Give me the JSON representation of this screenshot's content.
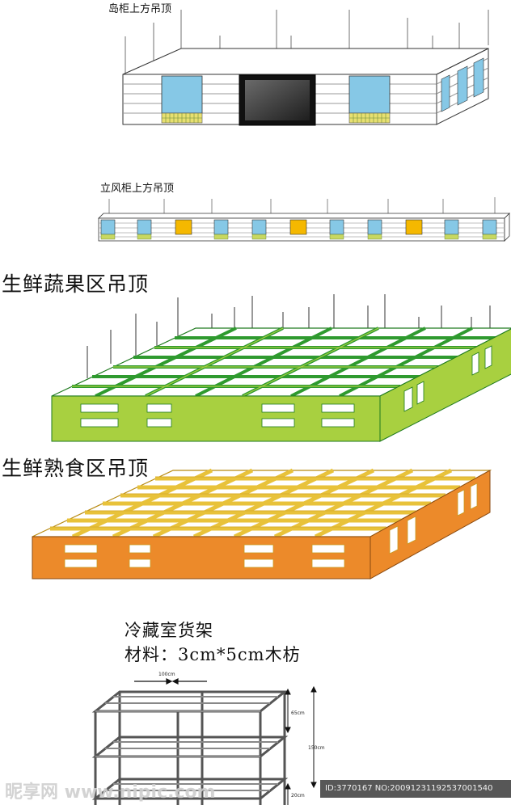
{
  "labels": {
    "island_ceiling": "岛柜上方吊顶",
    "vertical_ceiling": "立风柜上方吊顶",
    "produce_ceiling": "生鲜蔬果区吊顶",
    "deli_ceiling": "生鲜熟食区吊顶",
    "cold_rack_title": "冷藏室货架",
    "cold_rack_material": "材料：3cm*5cm木枋"
  },
  "dimensions": {
    "width": "100cm",
    "shelf_gap": "65cm",
    "total_height": "150cm",
    "bottom_gap": "20cm"
  },
  "watermark": {
    "site": "昵享网 www.nipic.com",
    "id_text": "ID:3770167 NO:20091231192537001540"
  },
  "colors": {
    "panel_blue": "#86c8e6",
    "panel_yellow": "#f5b800",
    "produce_green": "#a8d040",
    "produce_grid": "#2f9a2f",
    "deli_orange": "#ec8a2a",
    "deli_grid": "#e8c23a"
  }
}
